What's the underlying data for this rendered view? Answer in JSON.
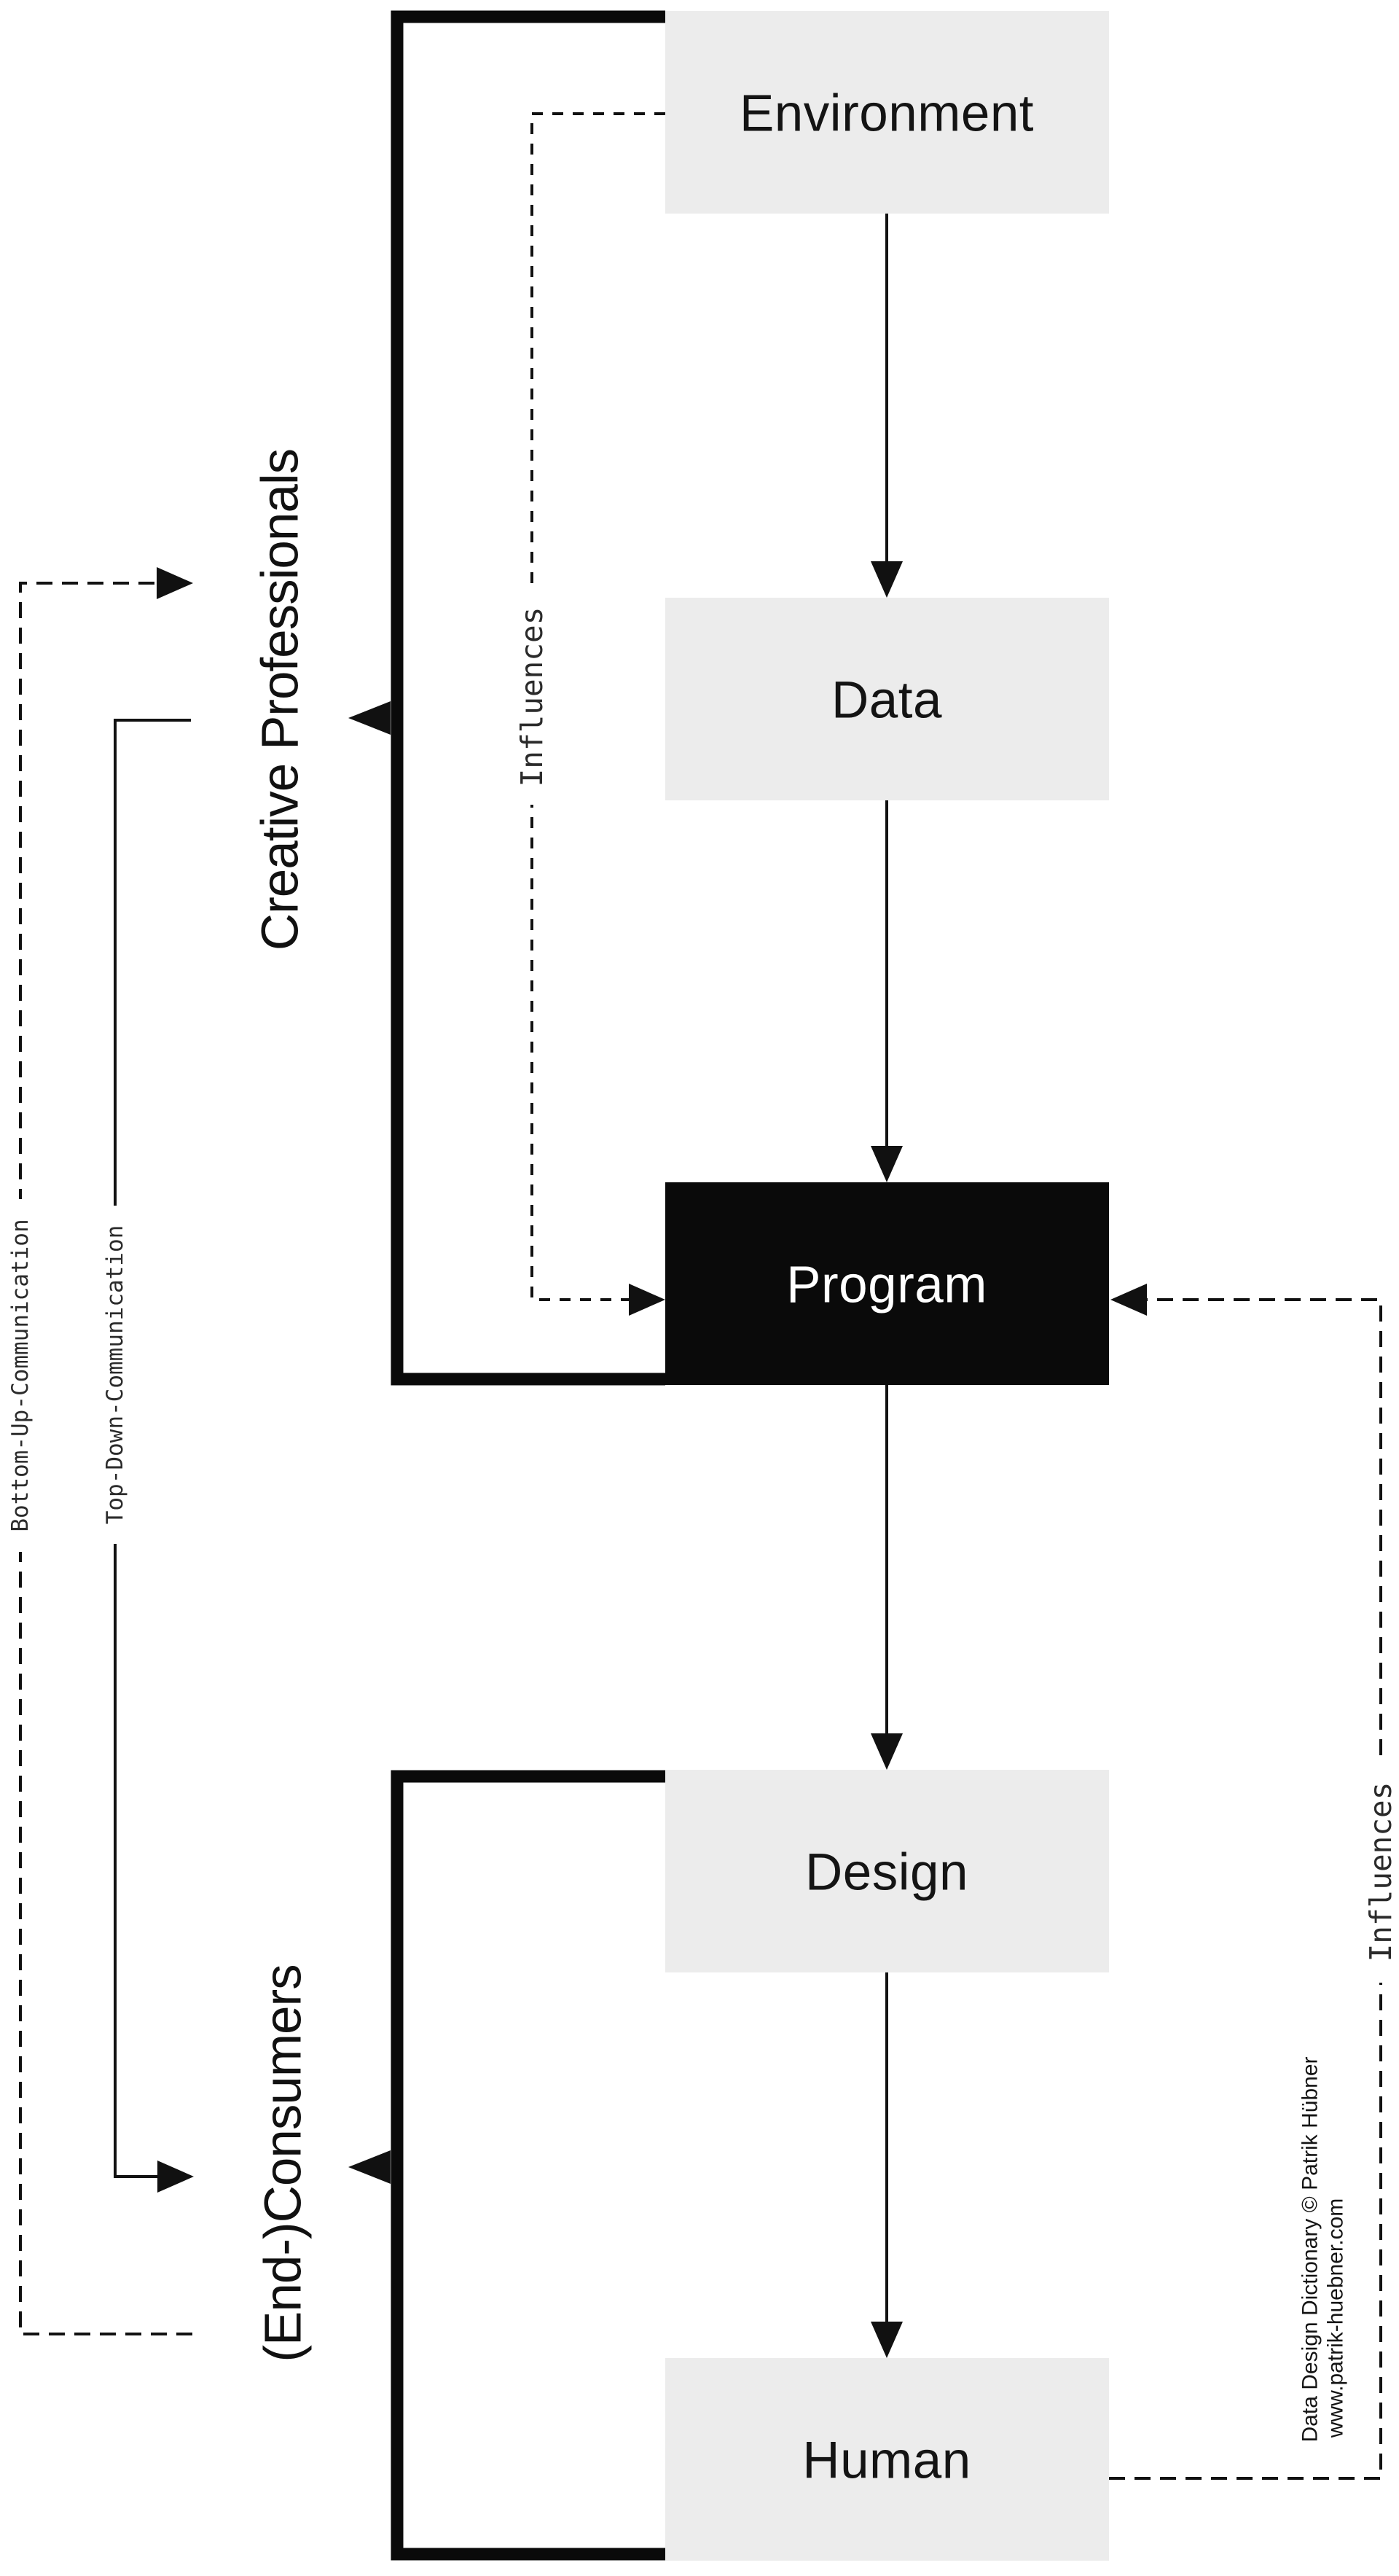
{
  "diagram": {
    "title_credit": {
      "line1": "Data Design Dictionary © Patrik Hübner",
      "line2": "www.patrik-huebner.com"
    },
    "colors": {
      "background": "#ffffff",
      "box_fill": "#ececec",
      "box_text": "#141414",
      "program_fill": "#0a0a0a",
      "program_text": "#ffffff",
      "line_color": "#111111",
      "mono_label_color": "#2b2b2b"
    },
    "nodes": [
      {
        "id": "environment",
        "label": "Environment",
        "style": "light"
      },
      {
        "id": "data",
        "label": "Data",
        "style": "light"
      },
      {
        "id": "program",
        "label": "Program",
        "style": "dark"
      },
      {
        "id": "design",
        "label": "Design",
        "style": "light"
      },
      {
        "id": "human",
        "label": "Human",
        "style": "light"
      }
    ],
    "flow_order": "Environment → Data → Program → Design → Human",
    "actors": [
      {
        "id": "creative-professionals",
        "label": "Creative Professionals",
        "spans": "Environment to Program"
      },
      {
        "id": "end-consumers",
        "label": "(End-)Consumers",
        "spans": "Design to Human"
      }
    ],
    "edge_labels": {
      "influences_left": "Influences",
      "influences_right": "Influences",
      "bottom_up": "Bottom-Up-Communication",
      "top_down": "Top-Down-Communication"
    }
  }
}
